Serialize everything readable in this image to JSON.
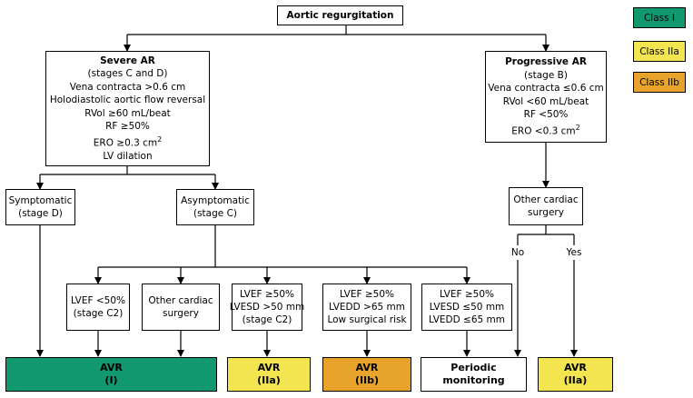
{
  "title": "Aortic regurgitation",
  "severe": {
    "title": "Severe AR",
    "lines": [
      "(stages C and D)",
      "Vena contracta >0.6 cm",
      "Holodiastolic aortic flow reversal",
      "RVol ≥60 mL/beat",
      "RF ≥50%",
      "ERO ≥0.3 cm",
      "LV dilation"
    ],
    "ero_sup": "2"
  },
  "progressive": {
    "title": "Progressive AR",
    "lines": [
      "(stage B)",
      "Vena contracta ≤0.6 cm",
      "RVol <60 mL/beat",
      "RF <50%",
      "ERO <0.3 cm"
    ],
    "ero_sup": "2"
  },
  "symptomatic": [
    "Symptomatic",
    "(stage D)"
  ],
  "asymptomatic": [
    "Asymptomatic",
    "(stage C)"
  ],
  "other_surgery_right": [
    "Other cardiac",
    "surgery"
  ],
  "no_label": "No",
  "yes_label": "Yes",
  "criteria": [
    [
      "LVEF <50%",
      "(stage C2)"
    ],
    [
      "Other cardiac",
      "surgery"
    ],
    [
      "LVEF ≥50%",
      "LVESD >50 mm",
      "(stage C2)"
    ],
    [
      "LVEF ≥50%",
      "LVEDD >65 mm",
      "Low surgical risk"
    ],
    [
      "LVEF ≥50%",
      "LVESD ≤50 mm",
      "LVEDD ≤65 mm"
    ]
  ],
  "outcomes": [
    {
      "lines": [
        "AVR",
        "(I)"
      ],
      "class": "green"
    },
    {
      "lines": [
        "AVR",
        "(IIa)"
      ],
      "class": "yellow"
    },
    {
      "lines": [
        "AVR",
        "(IIb)"
      ],
      "class": "orange"
    },
    {
      "lines": [
        "Periodic",
        "monitoring"
      ],
      "class": "white"
    },
    {
      "lines": [
        "AVR",
        "(IIa)"
      ],
      "class": "yellow"
    }
  ],
  "legend": [
    {
      "label": "Class I",
      "color": "#12986e"
    },
    {
      "label": "Class IIa",
      "color": "#f2e54f"
    },
    {
      "label": "Class IIb",
      "color": "#e8a32a"
    }
  ]
}
